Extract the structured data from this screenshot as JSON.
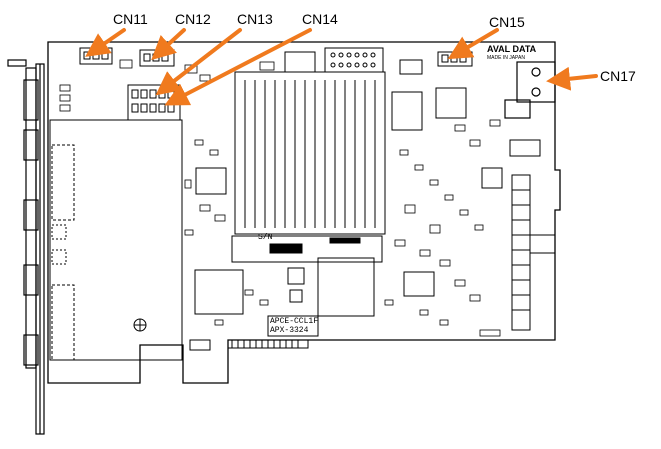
{
  "callouts": [
    {
      "id": "cn11",
      "label": "CN11"
    },
    {
      "id": "cn12",
      "label": "CN12"
    },
    {
      "id": "cn13",
      "label": "CN13"
    },
    {
      "id": "cn14",
      "label": "CN14"
    },
    {
      "id": "cn15",
      "label": "CN15"
    },
    {
      "id": "cn17",
      "label": "CN17"
    }
  ],
  "board_text": {
    "logo": "AVAL DATA",
    "made_in": "MADE IN JAPAN",
    "sn_label": "S/N",
    "model_line1": "APCE-CCL1F",
    "model_line2": "APX-3324"
  },
  "colors": {
    "arrow": "#F07A1E",
    "outline": "#000000",
    "background": "#FFFFFF"
  }
}
